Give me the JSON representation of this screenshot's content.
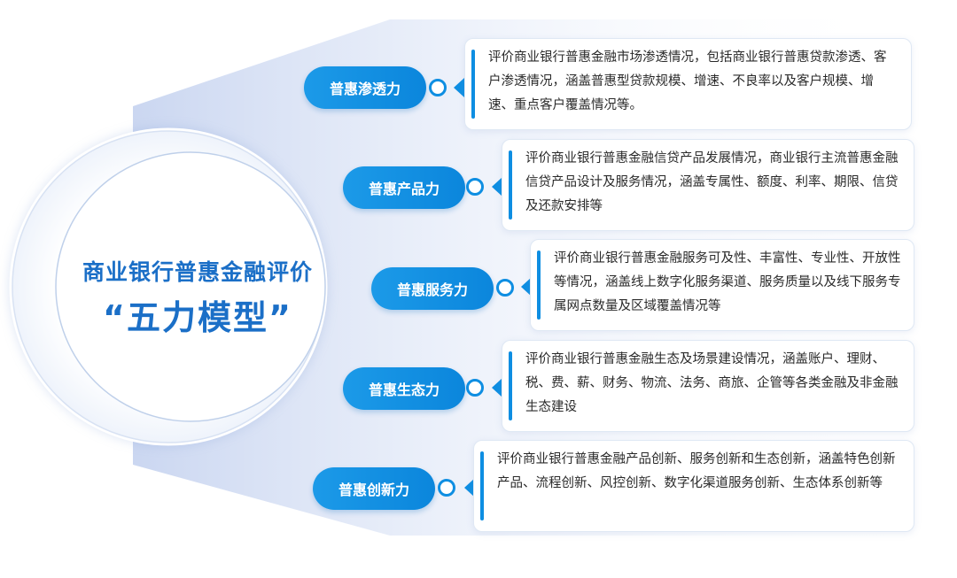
{
  "title": {
    "line1": "商业银行普惠金融评价",
    "line2": "“五力模型”"
  },
  "colors": {
    "accent": "#0e8ee2",
    "title": "#1b6fc7",
    "pill": "#1592e3"
  },
  "items": [
    {
      "label": "普惠渗透力",
      "description": "评价商业银行普惠金融市场渗透情况，包括商业银行普惠贷款渗透、客户渗透情况，涵盖普惠型贷款规模、增速、不良率以及客户规模、增速、重点客户覆盖情况等。"
    },
    {
      "label": "普惠产品力",
      "description": "评价商业银行普惠金融信贷产品发展情况，商业银行主流普惠金融信贷产品设计及服务情况，涵盖专属性、额度、利率、期限、信贷及还款安排等"
    },
    {
      "label": "普惠服务力",
      "description": "评价商业银行普惠金融服务可及性、丰富性、专业性、开放性等情况，涵盖线上数字化服务渠道、服务质量以及线下服务专属网点数量及区域覆盖情况等"
    },
    {
      "label": "普惠生态力",
      "description": "评价商业银行普惠金融生态及场景建设情况，涵盖账户、理财、税、费、薪、财务、物流、法务、商旅、企管等各类金融及非金融生态建设"
    },
    {
      "label": "普惠创新力",
      "description": "评价商业银行普惠金融产品创新、服务创新和生态创新，涵盖特色创新产品、流程创新、风控创新、数字化渠道服务创新、生态体系创新等"
    }
  ]
}
